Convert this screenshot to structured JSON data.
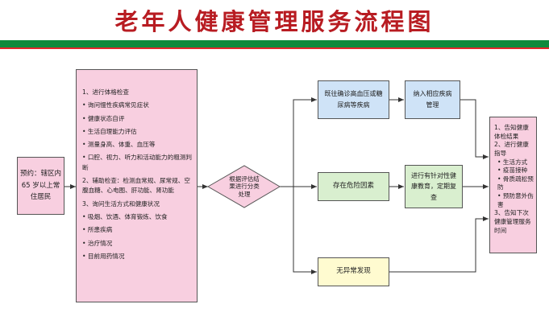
{
  "title": "老年人健康管理服务流程图",
  "boxes": {
    "appointment": "预约：辖区内 65 岁以上常住居民",
    "checkup": [
      "1、进行体格检查",
      "• 询问慢性疾病常见症状",
      "• 健康状态自评",
      "• 生活自理能力评估",
      "• 测量身高、体重、血压等",
      "• 口腔、视力、听力和活动能力的粗测判断",
      "2、辅助检查：检测血常规、尿常规、空腹血糖、心电图、肝功能、肾功能",
      "3、询问生活方式和健康状况",
      "• 吸烟、饮酒、体育锻炼、饮食",
      "• 所患疾病",
      "• 治疗情况",
      "• 目前用药情况"
    ],
    "decision": "根据评估结果进行分类处理",
    "diagnosed": "既往确诊高血压或糖尿病等疾病",
    "include_mgmt": "纳入相应疾病管理",
    "risk_factors": "存在危险因素",
    "targeted_edu": "进行有针对性健康教育，定期复查",
    "no_abnormal": "无异常发现",
    "final": [
      "1、告知健康体检结果",
      "2、进行健康指导",
      "• 生活方式",
      "• 疫苗接种",
      "• 骨质疏松预防",
      "• 预防意外伤害",
      "3、告知下次健康管理服务时间"
    ]
  },
  "colors": {
    "title": "#b81c22",
    "stripe": "#0f8a3c",
    "pink": "#f8cfe0",
    "blue": "#cfe3f7",
    "green": "#d9efcf",
    "yellow": "#fffbd0",
    "line": "#333333"
  }
}
